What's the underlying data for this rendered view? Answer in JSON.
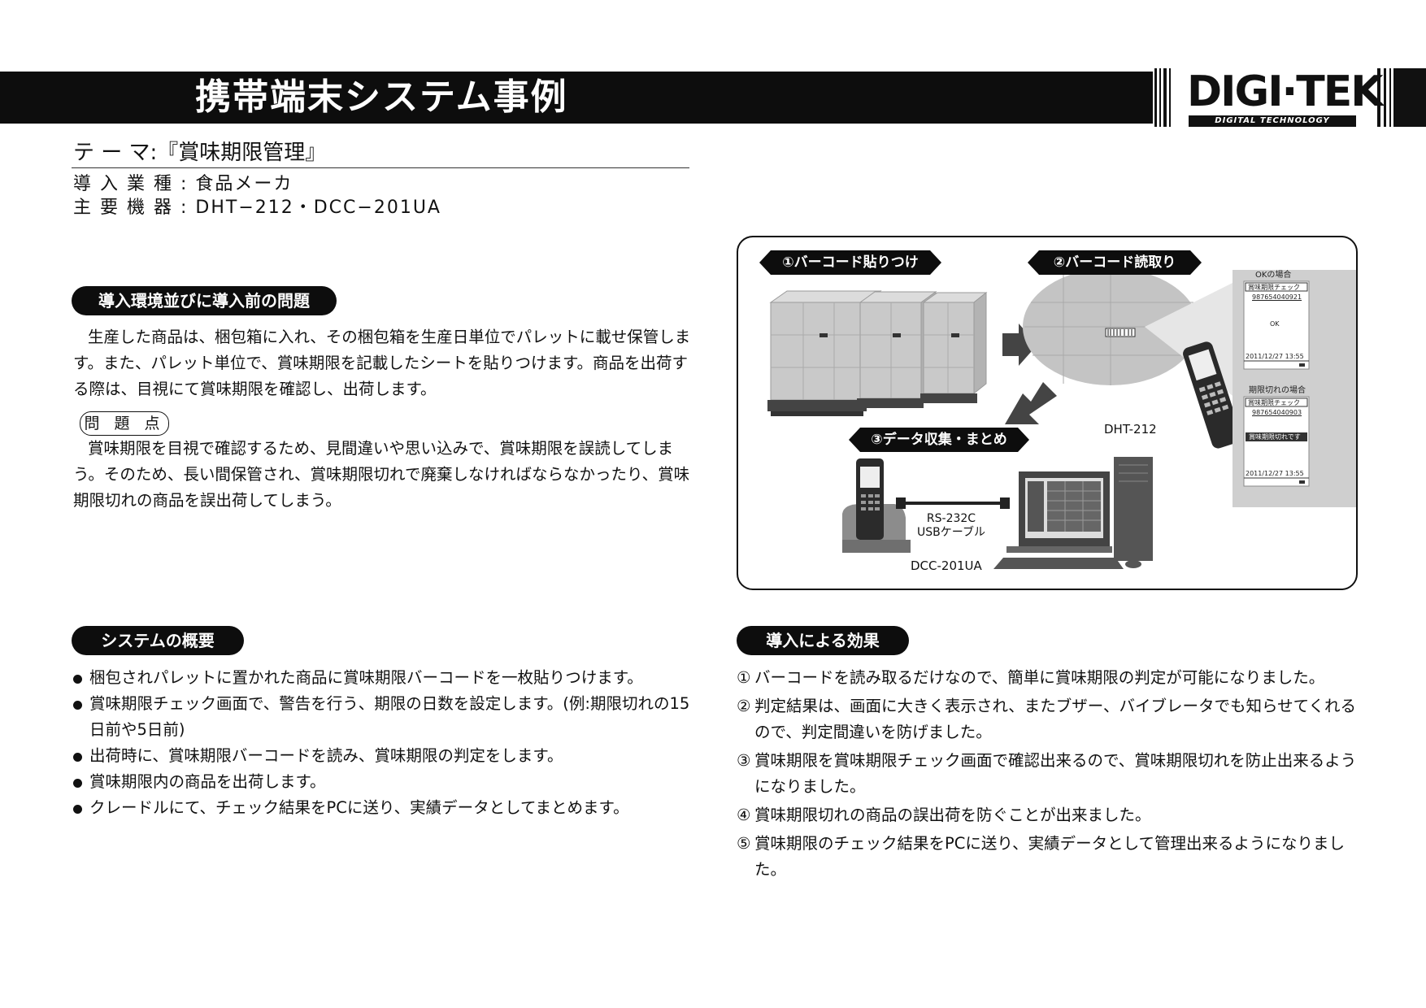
{
  "header": {
    "title": "携帯端末システム事例"
  },
  "logo": {
    "text": "DIGI·TEK",
    "sub": "DIGITAL TECHNOLOGY"
  },
  "theme": {
    "label": "テ ー マ:",
    "value": "『賞味期限管理』"
  },
  "meta": [
    {
      "label": "導 入 業 種 : ",
      "value": "食品メーカ"
    },
    {
      "label": "主 要 機 器 : ",
      "value": "DHT−212・DCC−201UA"
    }
  ],
  "environment": {
    "heading": "導入環境並びに導入前の問題",
    "text": "生産した商品は、梱包箱に入れ、その梱包箱を生産日単位でパレットに載せ保管します。また、パレット単位で、賞味期限を記載したシートを貼りつけます。商品を出荷する際は、目視にて賞味期限を確認し、出荷します。"
  },
  "problem": {
    "label": "問 題 点",
    "text": "賞味期限を目視で確認するため、見間違いや思い込みで、賞味期限を誤読してしまう。そのため、長い間保管され、賞味期限切れで廃棄しなければならなかったり、賞味期限切れの商品を誤出荷してしまう。"
  },
  "system": {
    "heading": "システムの概要",
    "items": [
      "梱包されパレットに置かれた商品に賞味期限バーコードを一枚貼りつけます。",
      "賞味期限チェック画面で、警告を行う、期限の日数を設定します。(例:期限切れの15日前や5日前)",
      "出荷時に、賞味期限バーコードを読み、賞味期限の判定をします。",
      "賞味期限内の商品を出荷します。",
      "クレードルにて、チェック結果をPCに送り、実績データとしてまとめます。"
    ]
  },
  "effects": {
    "heading": "導入による効果",
    "items": [
      {
        "num": "①",
        "text": "バーコードを読み取るだけなので、簡単に賞味期限の判定が可能になりました。"
      },
      {
        "num": "②",
        "text": "判定結果は、画面に大きく表示され、またブザー、バイブレータでも知らせてくれるので、判定間違いを防げました。"
      },
      {
        "num": "③",
        "text": "賞味期限を賞味期限チェック画面で確認出来るので、賞味期限切れを防止出来るようになりました。"
      },
      {
        "num": "④",
        "text": "賞味期限切れの商品の誤出荷を防ぐことが出来ました。"
      },
      {
        "num": "⑤",
        "text": "賞味期限のチェック結果をPCに送り、実績データとして管理出来るようになりました。"
      }
    ]
  },
  "diagram": {
    "step1": "①バーコード貼りつけ",
    "step2": "②バーコード読取り",
    "step3": "③データ収集・まとめ",
    "device_label": "DHT-212",
    "cradle_label": "DCC-201UA",
    "cable_label_1": "RS-232C",
    "cable_label_2": "USBケーブル",
    "screen_ok": {
      "caption": "OKの場合",
      "title": "賞味期限チェック",
      "code": "987654040921",
      "result": "OK",
      "datetime": "2011/12/27  13:55"
    },
    "screen_ng": {
      "caption": "期限切れの場合",
      "title": "賞味期限チェック",
      "code": "987654040903",
      "result": "賞味期限切れです",
      "datetime": "2011/12/27  13:55"
    }
  }
}
